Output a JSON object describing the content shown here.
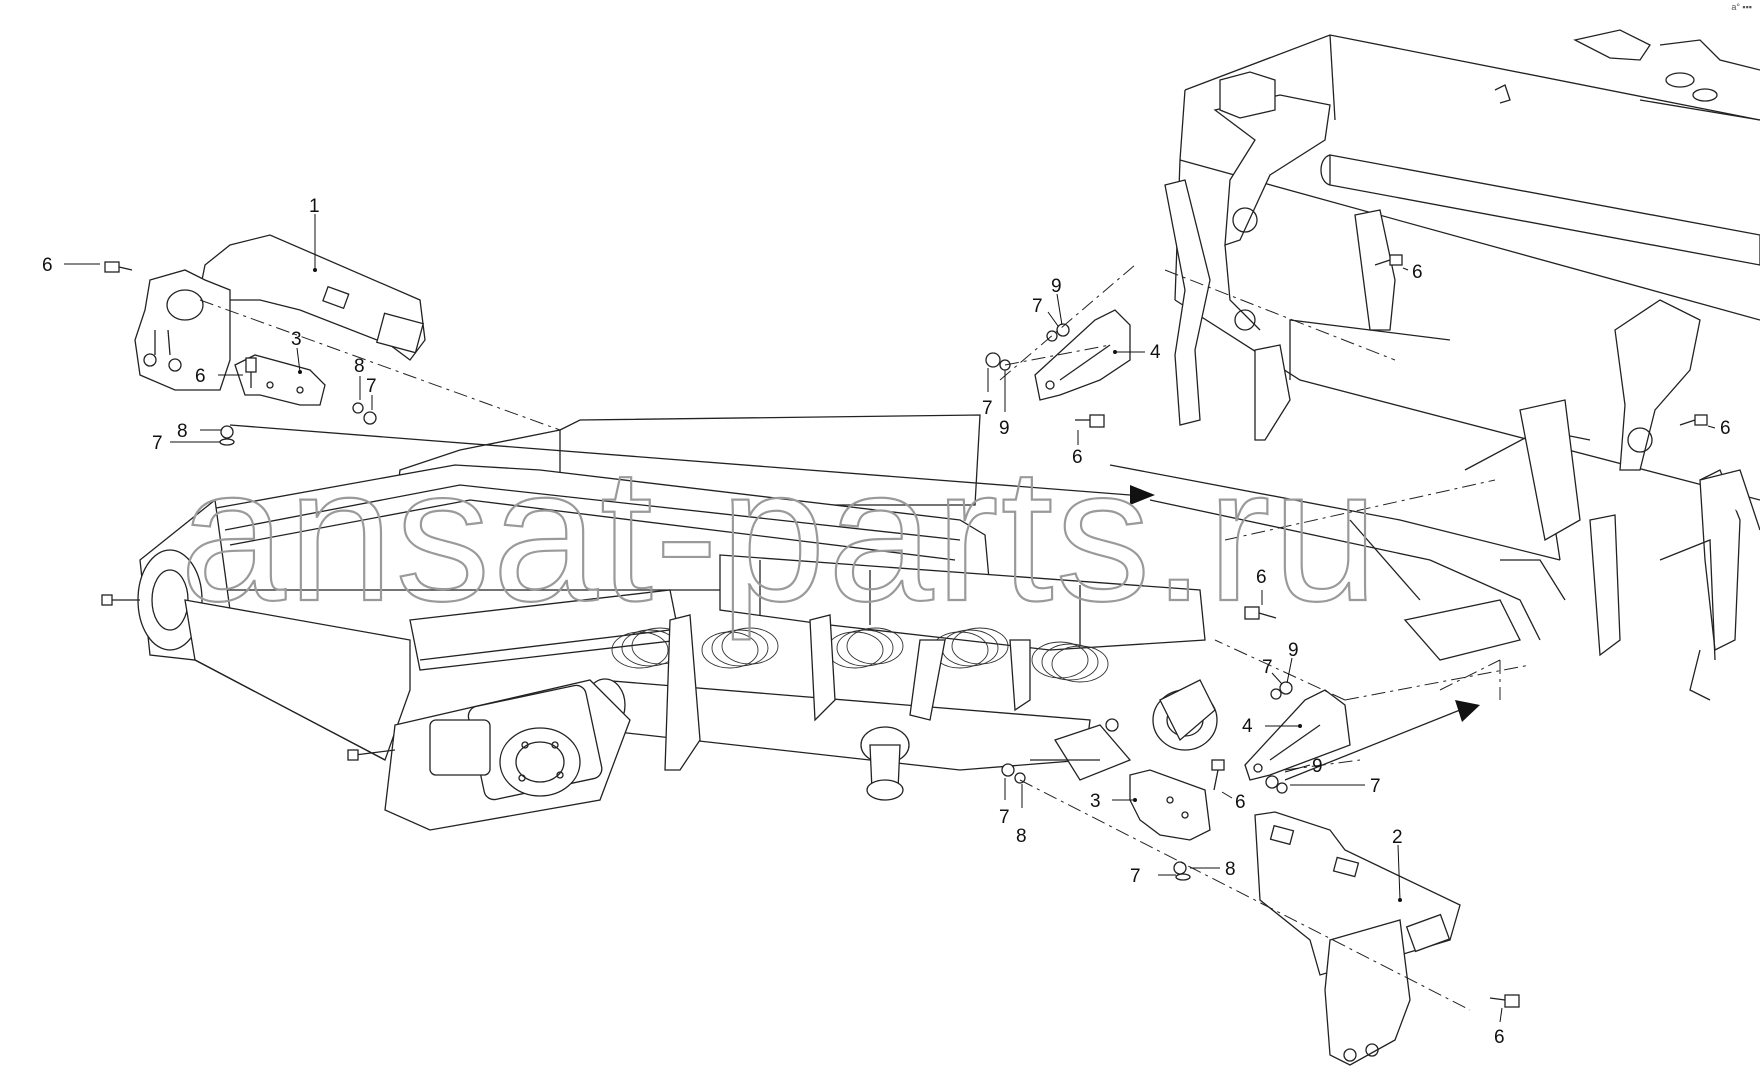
{
  "watermark": "ansat-parts.ru",
  "corner_mark": "a° ▪▪▪",
  "callouts": {
    "c1": "1",
    "c2": "2",
    "c3a": "3",
    "c3b": "3",
    "c4a": "4",
    "c4b": "4",
    "c6a": "6",
    "c6b": "6",
    "c6c": "6",
    "c6d": "6",
    "c6e": "6",
    "c6f": "6",
    "c6g": "6",
    "c6h": "6",
    "c7a": "7",
    "c7b": "7",
    "c7c": "7",
    "c7d": "7",
    "c7e": "7",
    "c7f": "7",
    "c7g": "7",
    "c7h": "7",
    "c8a": "8",
    "c8b": "8",
    "c8c": "8",
    "c8d": "8",
    "c9a": "9",
    "c9b": "9",
    "c9c": "9",
    "c9d": "9"
  }
}
